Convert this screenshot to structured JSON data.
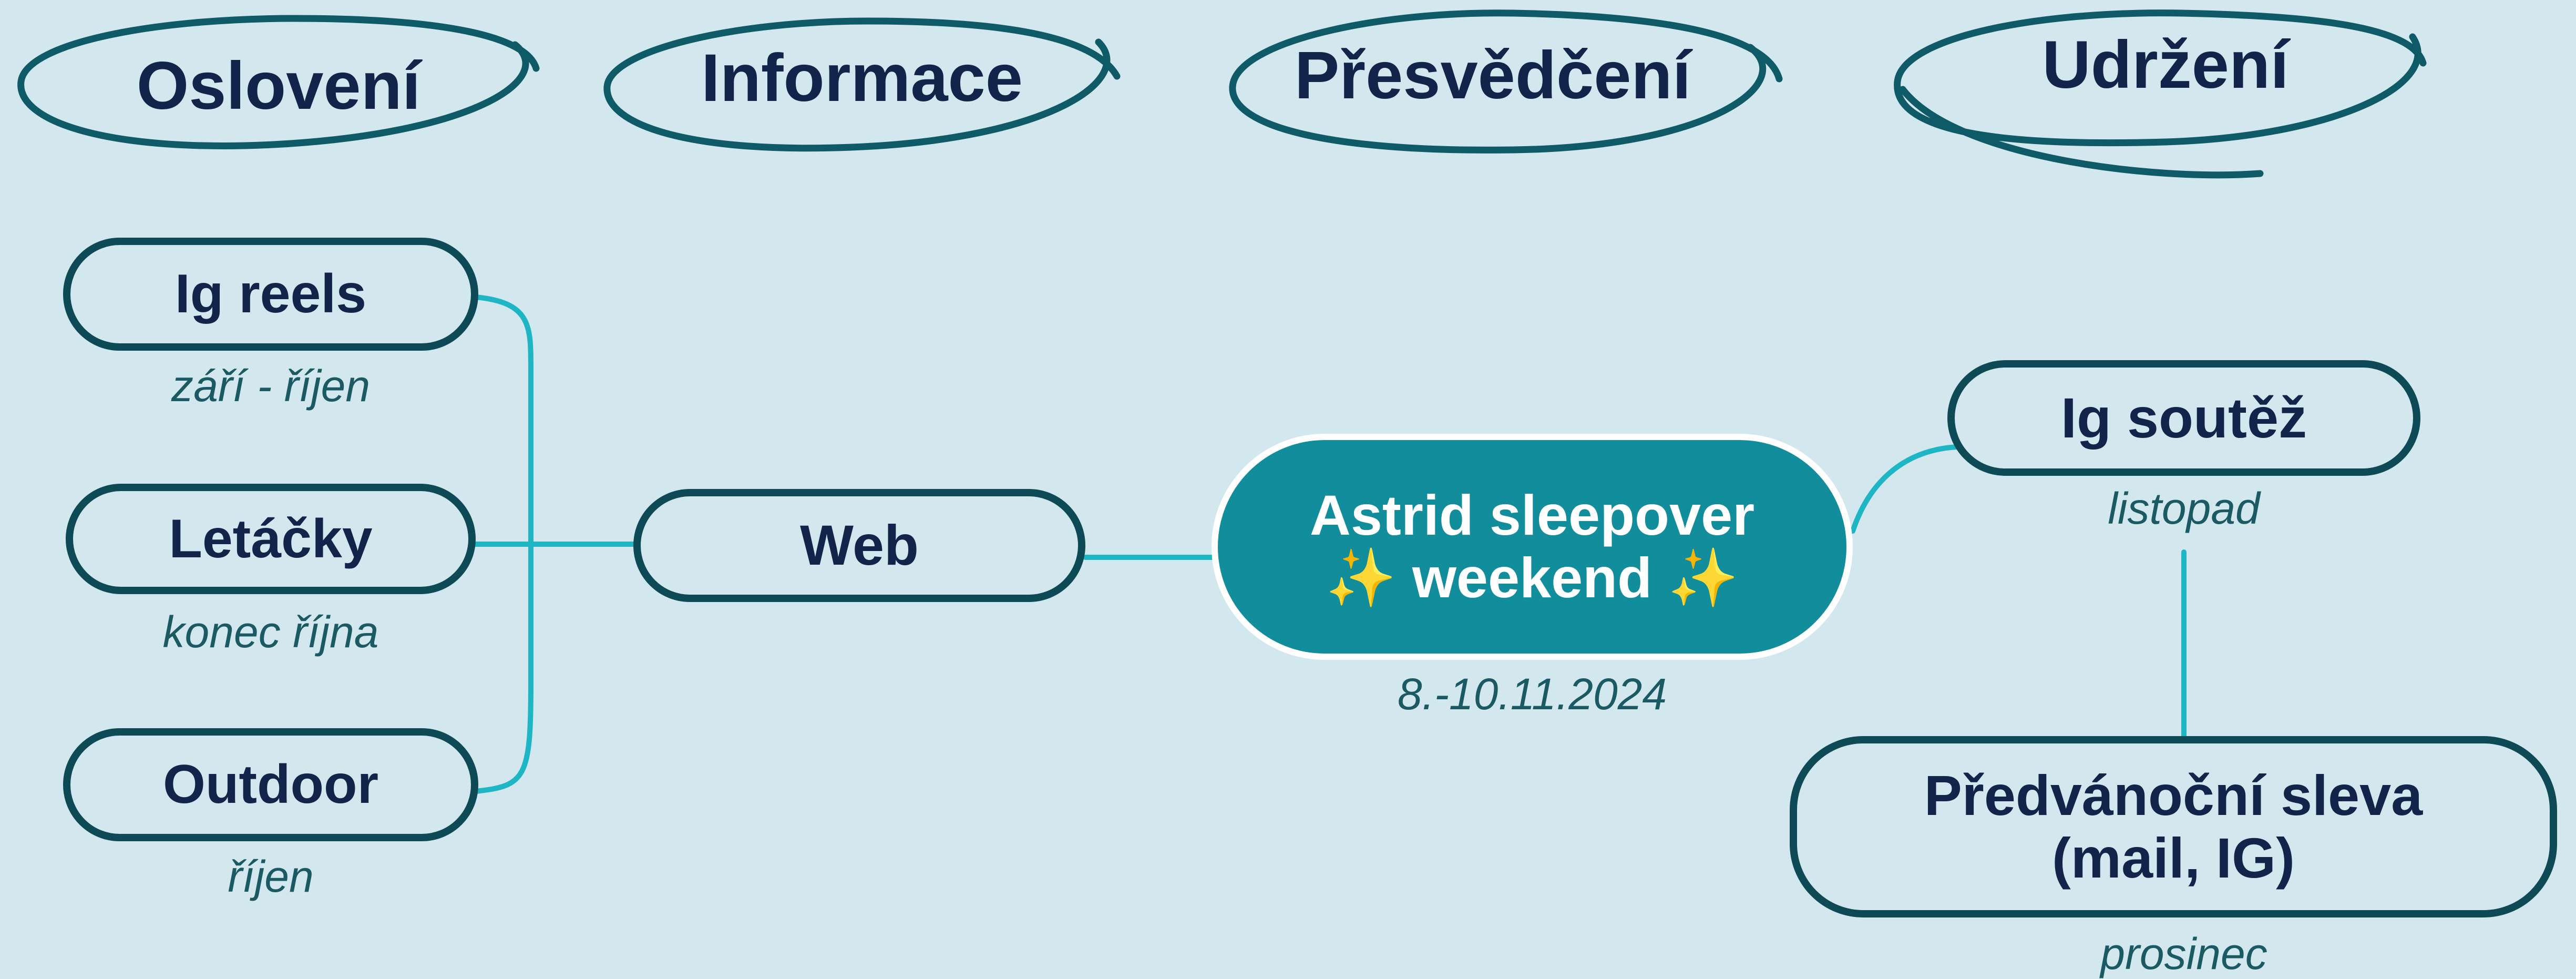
{
  "colors": {
    "background": "#d3e7ef",
    "node_border": "#0e4a55",
    "connector": "#1eb6c4",
    "main_fill": "#128d9c",
    "title_text": "#12244a",
    "note_text": "#1b5a63"
  },
  "stages": [
    {
      "label": "Oslovení"
    },
    {
      "label": "Informace"
    },
    {
      "label": "Přesvědčení"
    },
    {
      "label": "Udržení"
    }
  ],
  "nodes": {
    "ig_reels": {
      "label": "Ig reels",
      "note": "září - říjen"
    },
    "letacky": {
      "label": "Letáčky",
      "note": "konec října"
    },
    "outdoor": {
      "label": "Outdoor",
      "note": "říjen"
    },
    "web": {
      "label": "Web"
    },
    "main": {
      "line1": "Astrid sleepover",
      "line2": "✨ weekend ✨",
      "note": "8.-10.11.2024"
    },
    "ig_soutez": {
      "label": "Ig soutěž",
      "note": "listopad"
    },
    "predvanocni": {
      "line1": "Předvánoční sleva",
      "line2": "(mail, IG)",
      "note": "prosinec"
    }
  }
}
